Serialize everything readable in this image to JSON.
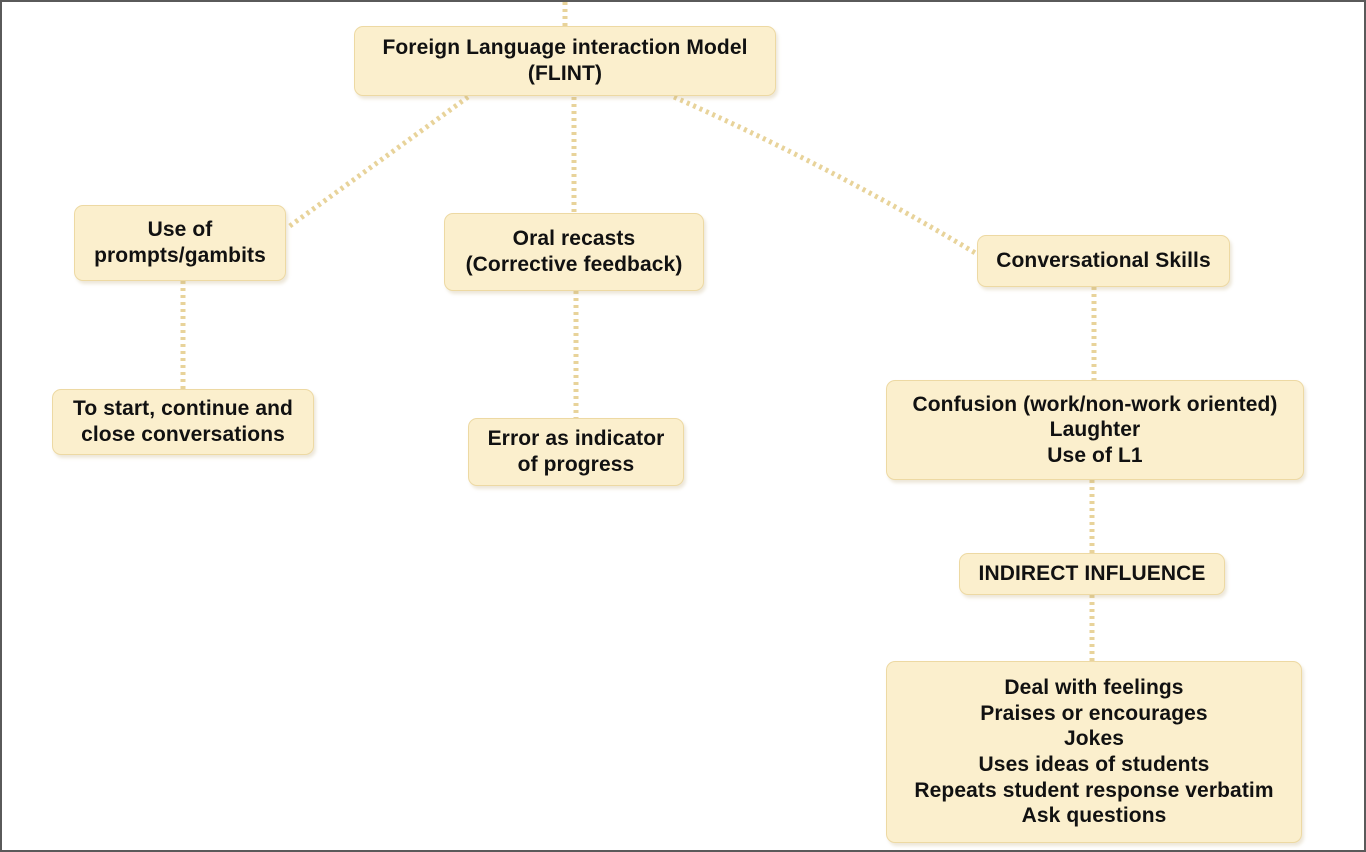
{
  "diagram": {
    "type": "hierarchy-tree",
    "title": "Foreign Language interaction Model (FLINT)",
    "colors": {
      "node_fill": "#FBEFCD",
      "node_border": "#EDD9A3",
      "connector": "#E8D39A",
      "text": "#111111",
      "page_background": "#FFFFFF",
      "page_border": "#5A5A5A"
    },
    "connector_style": "dotted",
    "nodes": {
      "root": "Foreign Language interaction Model\n(FLINT)",
      "prompts": "Use of\nprompts/gambits",
      "recasts": "Oral recasts\n(Corrective feedback)",
      "conversational_skills": "Conversational Skills",
      "start_conversations": "To start, continue and\nclose conversations",
      "error_progress": "Error as indicator\nof progress",
      "confusion": "Confusion (work/non-work oriented)\nLaughter\nUse of L1",
      "indirect_influence": "INDIRECT INFLUENCE",
      "indirect_behaviours": "Deal with feelings\nPraises or encourages\nJokes\nUses ideas of students\nRepeats student response verbatim\nAsk questions"
    },
    "edges": [
      {
        "from": "root",
        "to": "prompts",
        "style": "dotted"
      },
      {
        "from": "root",
        "to": "recasts",
        "style": "dotted"
      },
      {
        "from": "root",
        "to": "conversational_skills",
        "style": "dotted"
      },
      {
        "from": "prompts",
        "to": "start_conversations",
        "style": "dotted"
      },
      {
        "from": "recasts",
        "to": "error_progress",
        "style": "dotted"
      },
      {
        "from": "conversational_skills",
        "to": "confusion",
        "style": "dotted"
      },
      {
        "from": "confusion",
        "to": "indirect_influence",
        "style": "dotted"
      },
      {
        "from": "indirect_influence",
        "to": "indirect_behaviours",
        "style": "dotted"
      }
    ]
  }
}
